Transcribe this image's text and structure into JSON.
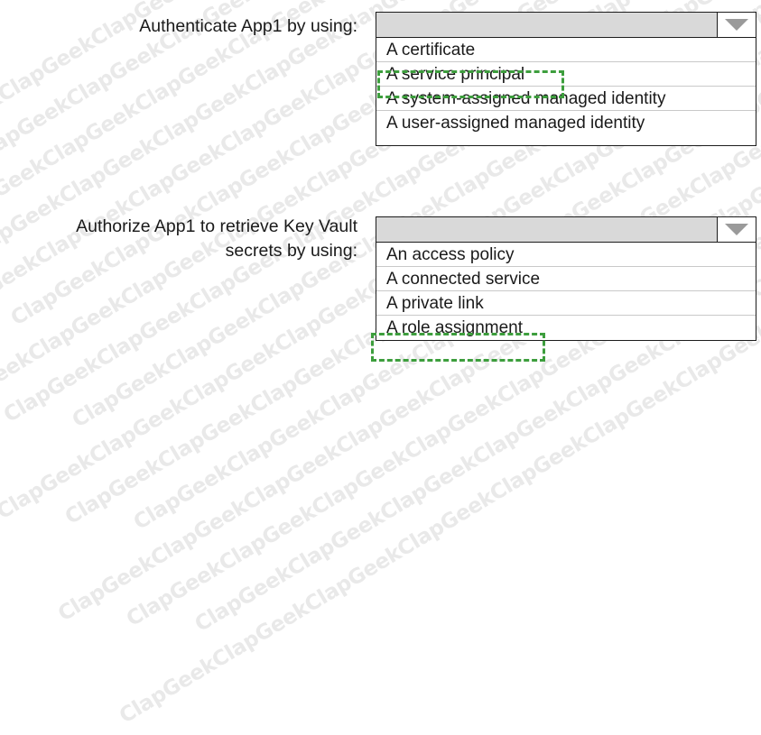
{
  "watermark": {
    "text": "ClapGeek",
    "color": "#e9e9e9",
    "repeat": "ClapGeekClapGeekClapGeekClapGeekClapGeekClapGeekClapGeekClapGeekClapGeek"
  },
  "theme": {
    "answer_highlight_color": "#3d9e3d",
    "dropdown_header_bg": "#d9d9d9",
    "dropdown_border": "#1c1c1c",
    "row_separator": "#c9c9c9",
    "arrow_color": "#9a9a9a",
    "text_color": "#1a1a1a",
    "page_bg": "#ffffff"
  },
  "questions": [
    {
      "id": "authenticate-app1",
      "prompt": "Authenticate App1 by using:",
      "dropdown": {
        "selected_value": "",
        "arrow_icon": "chevron-down-icon",
        "options": [
          {
            "label": "A certificate",
            "selected": false
          },
          {
            "label": "A service principal",
            "selected": true
          },
          {
            "label": "A system-assigned managed identity",
            "selected": false
          },
          {
            "label": "A user-assigned managed identity",
            "selected": false
          }
        ]
      }
    },
    {
      "id": "authorize-app1-key-vault",
      "prompt_line_1": "Authorize App1 to retrieve Key Vault",
      "prompt_line_2": "secrets by using:",
      "dropdown": {
        "selected_value": "",
        "arrow_icon": "chevron-down-icon",
        "options": [
          {
            "label": "An access policy",
            "selected": false
          },
          {
            "label": "A connected service",
            "selected": false
          },
          {
            "label": "A private link",
            "selected": false
          },
          {
            "label": "A role assignment",
            "selected": true
          }
        ]
      }
    }
  ]
}
